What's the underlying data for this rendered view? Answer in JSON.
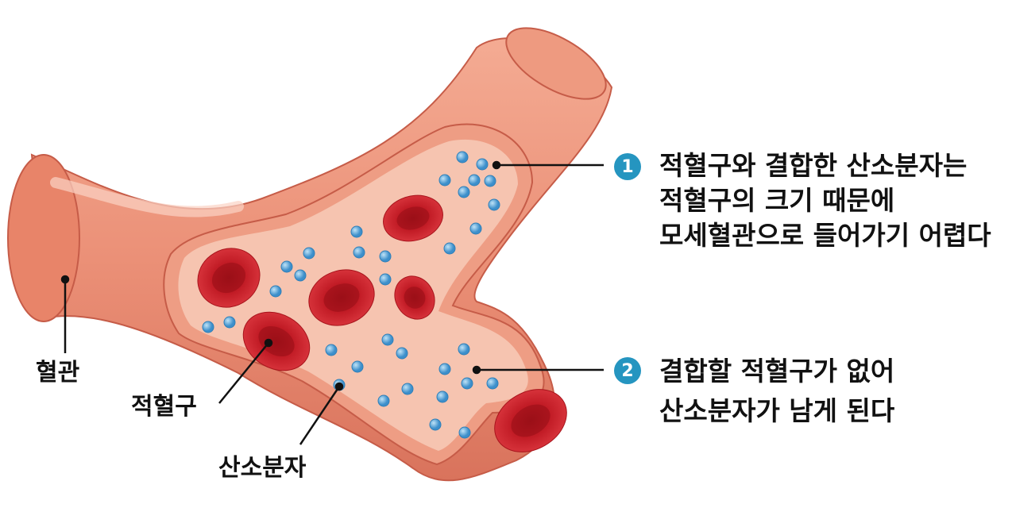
{
  "labels": {
    "vessel": "혈관",
    "rbc": "적혈구",
    "oxygen": "산소분자"
  },
  "callouts": [
    {
      "number": "1",
      "lines": [
        "적혈구와 결합한 산소분자는",
        "적혈구의 크기 때문에",
        "모세혈관으로 들어가기 어렵다"
      ]
    },
    {
      "number": "2",
      "lines": [
        "결합할 적혈구가 없어",
        "산소분자가 남게 된다"
      ]
    }
  ],
  "colors": {
    "vessel": "#eb9077",
    "lumen": "#f6c4b0",
    "rbc": "#c9202a",
    "oxygen": "#4fa6dc",
    "badge": "#2595c0"
  }
}
